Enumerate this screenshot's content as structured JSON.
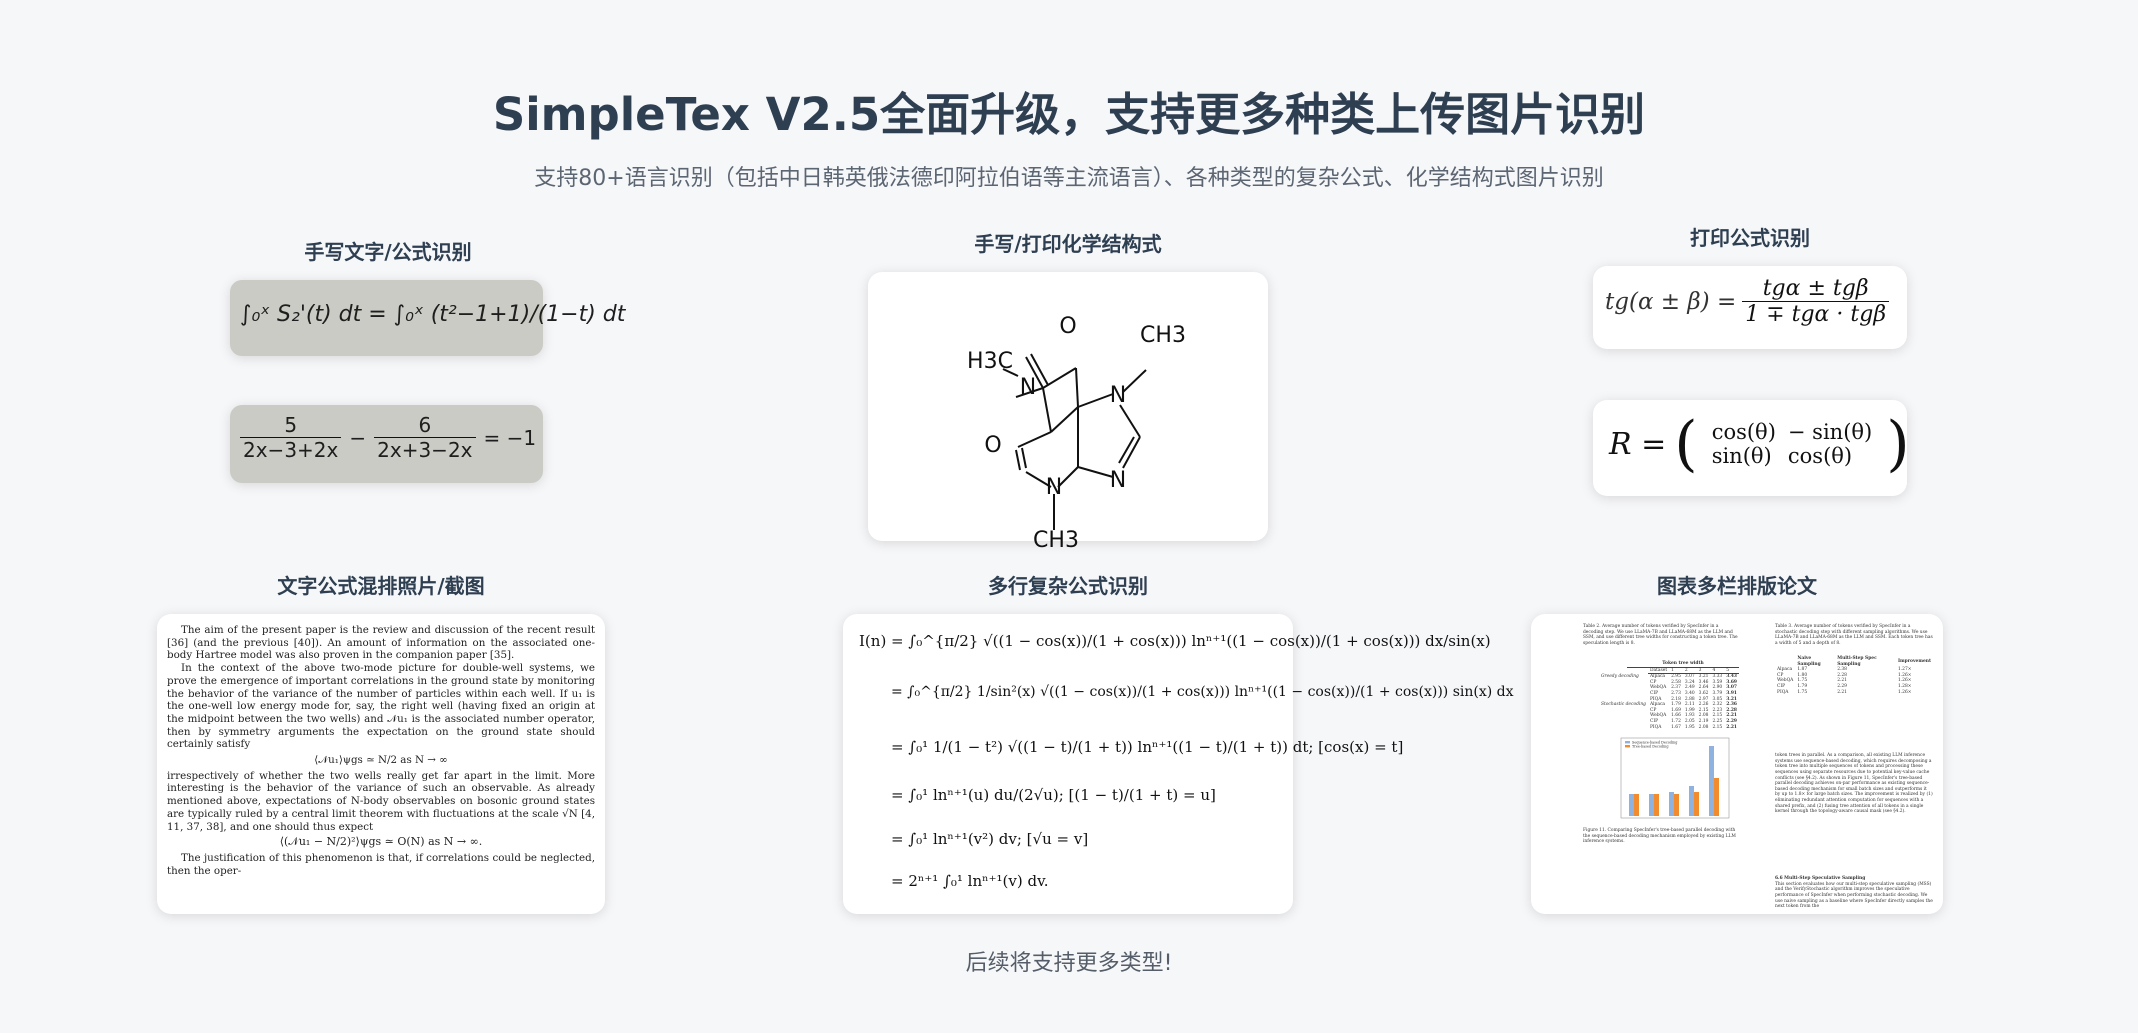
{
  "header": {
    "title": "SimpleTex V2.5全面升级，支持更多种类上传图片识别",
    "subtitle": "支持80+语言识别（包括中日韩英俄法德印阿拉伯语等主流语言）、各种类型的复杂公式、化学结构式图片识别"
  },
  "sections": {
    "handwritten": {
      "caption": "手写文字/公式识别"
    },
    "chemistry": {
      "caption": "手写/打印化学结构式"
    },
    "printed": {
      "caption": "打印公式识别"
    },
    "mixed": {
      "caption": "文字公式混排照片/截图"
    },
    "multiline": {
      "caption": "多行复杂公式识别"
    },
    "paper": {
      "caption": "图表多栏排版论文"
    }
  },
  "chemistry": {
    "atoms": {
      "o1": "O",
      "o2": "O",
      "n1": "N",
      "n2": "N",
      "n3": "N",
      "n4": "N",
      "me1": "H3C",
      "me2": "CH3",
      "me3": "CH3"
    }
  },
  "printed": {
    "tg_lhs": "tg(α ± β) =",
    "tg_num": "tgα ± tgβ",
    "tg_den": "1 ∓ tgα · tgβ",
    "r_lhs": "R =",
    "r_11": "cos(θ)",
    "r_12": "− sin(θ)",
    "r_21": "sin(θ)",
    "r_22": "cos(θ)"
  },
  "handwritten": {
    "line1": "∫₀ˣ S₂'(t) dt = ∫₀ˣ (t²−1+1)/(1−t) dt",
    "line2_num_a": "5",
    "line2_den_a": "2x−3+2x",
    "line2_num_b": "6",
    "line2_den_b": "2x+3−2x",
    "line2_rhs": "= −1"
  },
  "mixed": {
    "p1": "The aim of the present paper is the review and discussion of the recent result [36] (and the previous [40]). An amount of information on the associated one-body Hartree model was also proven in the companion paper [35].",
    "p2": "In the context of the above two-mode picture for double-well systems, we prove the emergence of important correlations in the ground state by monitoring the behavior of the variance of the number of particles within each well. If u₁ is the one-well low energy mode for, say, the right well (having fixed an origin at the midpoint between the two wells) and 𝒩u₁ is the associated number operator, then by symmetry arguments the expectation on the ground state should certainly satisfy",
    "eq1": "⟨𝒩u₁⟩ψgs ≃ N/2      as N → ∞",
    "p3": "irrespectively of whether the two wells really get far apart in the limit. More interesting is the behavior of the variance of such an observable. As already mentioned above, expectations of N-body observables on bosonic ground states are typically ruled by a central limit theorem with fluctuations at the scale √N [4, 11, 37, 38], and one should thus expect",
    "eq2": "⟨(𝒩u₁ − N/2)²⟩ψgs ≃ O(N)      as N → ∞.",
    "p4": "The justification of this phenomenon is that, if correlations could be neglected, then the oper-"
  },
  "multiline": {
    "l1": "I(n) = ∫₀^{π/2} √((1 − cos(x))/(1 + cos(x))) lnⁿ⁺¹((1 − cos(x))/(1 + cos(x))) dx/sin(x)",
    "l2": "= ∫₀^{π/2} 1/sin²(x) √((1 − cos(x))/(1 + cos(x))) lnⁿ⁺¹((1 − cos(x))/(1 + cos(x))) sin(x) dx",
    "l3": "= ∫₀¹ 1/(1 − t²) √((1 − t)/(1 + t)) lnⁿ⁺¹((1 − t)/(1 + t)) dt;   [cos(x) = t]",
    "l4": "= ∫₀¹ lnⁿ⁺¹(u) du/(2√u);   [(1 − t)/(1 + t) = u]",
    "l5": "= ∫₀¹ lnⁿ⁺¹(v²) dv;   [√u = v]",
    "l6": "= 2ⁿ⁺¹ ∫₀¹ lnⁿ⁺¹(v) dv."
  },
  "paper": {
    "left_caption": "Table 2. Average number of tokens verified by SpecInfer in a decoding step. We use LLaMA-7B and LLaMA-68M as the LLM and SSM, and use different tree widths for constructing a token tree. The speculation length is 8.",
    "table_head": [
      "Dataset",
      "1",
      "2",
      "3",
      "4",
      "5"
    ],
    "table_group_head": "Token tree width",
    "greedy_label": "Greedy decoding",
    "stochastic_label": "Stochastic decoding",
    "greedy_rows": [
      [
        "Alpaca",
        "2.95",
        "3.07",
        "3.21",
        "3.33",
        "3.43"
      ],
      [
        "CP",
        "2.58",
        "3.24",
        "3.46",
        "3.59",
        "3.69"
      ],
      [
        "WebQA",
        "2.37",
        "2.49",
        "2.64",
        "2.90",
        "3.07"
      ],
      [
        "CIP",
        "2.73",
        "3.40",
        "3.62",
        "3.79",
        "3.91"
      ],
      [
        "PIQA",
        "2.18",
        "2.88",
        "2.97",
        "3.05",
        "3.21"
      ]
    ],
    "stochastic_rows": [
      [
        "Alpaca",
        "1.79",
        "2.11",
        "2.26",
        "2.32",
        "2.36"
      ],
      [
        "CP",
        "1.69",
        "1.99",
        "2.15",
        "2.23",
        "2.28"
      ],
      [
        "WebQA",
        "1.66",
        "1.93",
        "2.08",
        "2.15",
        "2.21"
      ],
      [
        "CIP",
        "1.72",
        "2.05",
        "2.19",
        "2.25",
        "2.29"
      ],
      [
        "PIQA",
        "1.67",
        "1.95",
        "2.08",
        "2.15",
        "2.21"
      ]
    ],
    "legend_a": "Sequence-based Decoding",
    "legend_b": "Tree-based Decoding",
    "fig_caption": "Figure 11. Comparing SpecInfer's tree-based parallel decoding with the sequence-based decoding mechanism employed by existing LLM inference systems.",
    "right_caption": "Table 3. Average number of tokens verified by SpecInfer in a stochastic decoding step with different sampling algorithms. We use LLaMA-7B and LLaMA-68M as the LLM and SSM. Each token tree has a width of 5 and a depth of 8.",
    "right_table_head": [
      "Naive Sampling",
      "Multi-Step Spec Sampling",
      "Improvement"
    ],
    "right_rows": [
      [
        "Alpaca",
        "1.87",
        "2.38",
        "1.27×"
      ],
      [
        "CP",
        "1.80",
        "2.28",
        "1.26×"
      ],
      [
        "WebQA",
        "1.75",
        "2.21",
        "1.26×"
      ],
      [
        "CIP",
        "1.79",
        "2.29",
        "1.28×"
      ],
      [
        "PIQA",
        "1.75",
        "2.21",
        "1.26×"
      ]
    ],
    "right_body": "token trees in parallel. As a comparison, all existing LLM inference systems use sequence-based decoding, which requires decomposing a token tree into multiple sequences of tokens and processing these sequences using separate resources due to potential key-value cache conflicts (see §4.2). As shown in Figure 11, SpecInfer's tree-based parallel decoding achieves on-par performance as existing sequence-based decoding mechanism for small batch sizes and outperforms it by up to 1.8× for large batch sizes. The improvement is realized by (1) eliminating redundant attention computation for sequences with a shared prefix, and (2) fusing tree attention of all tokens in a single kernel through the topology-aware causal mask (see §4.2).",
    "section_head": "6.6   Multi-Step Speculative Sampling",
    "section_body": "This section evaluates how our multi-step speculative sampling (MSS) and the VerifyStochastic algorithm improves the speculative performance of SpecInfer when performing stochastic decoding. We use naive sampling as a baseline where SpecInfer directly samples the next token from the"
  },
  "footer": {
    "text": "后续将支持更多类型!"
  }
}
